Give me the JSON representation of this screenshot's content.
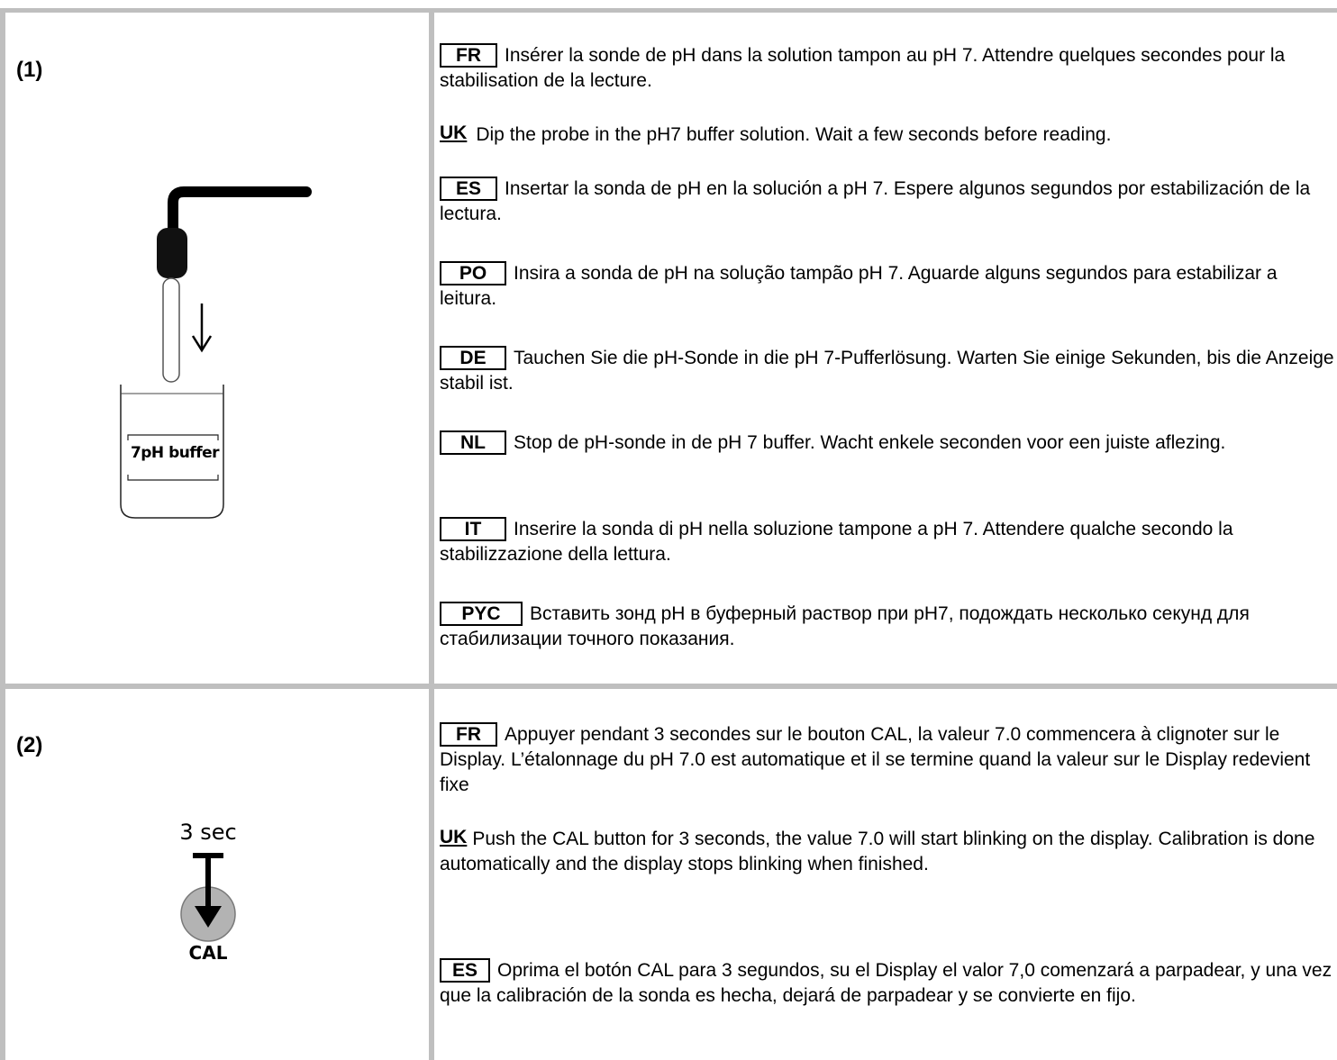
{
  "rows": [
    {
      "step": "(1)",
      "illustration": {
        "label": "7pH buffer",
        "icon": "ph-probe-in-buffer-icon"
      },
      "paragraphs": [
        {
          "lang": "FR",
          "text": "Insérer la sonde de pH dans la solution tampon au pH 7. Attendre quelques secondes pour la stabilisation de la lecture."
        },
        {
          "lang": "UK",
          "text": "Dip the probe in the pH7 buffer solution. Wait a few seconds before reading."
        },
        {
          "lang": "ES",
          "text": "Insertar la sonda de pH en la solución a pH 7.   Espere algunos segundos por estabilización de la lectura."
        },
        {
          "lang": "PO",
          "text": "Insira a sonda de pH na solução tampão pH 7. Aguarde alguns segundos para estabilizar a leitura."
        },
        {
          "lang": "DE",
          "text": "Tauchen Sie die pH-Sonde in die pH 7-Pufferlösung. Warten Sie einige Sekunden, bis die Anzeige stabil ist."
        },
        {
          "lang": "NL",
          "text": "Stop de pH-sonde in de pH 7 buffer. Wacht enkele seconden voor een juiste aflezing."
        },
        {
          "lang": "IT",
          "text": "Inserire la sonda di pH nella soluzione tampone a pH 7. Attendere qualche secondo la stabilizzazione della lettura."
        },
        {
          "lang": "PYC",
          "text": "Вставить зонд  pH в буферный раствор при pH7, подождать несколько секунд для стабилизации точного показания."
        }
      ]
    },
    {
      "step": "(2)",
      "illustration": {
        "duration_label": "3 sec",
        "button_label": "CAL",
        "icon": "cal-button-press-icon"
      },
      "paragraphs": [
        {
          "lang": "FR",
          "text": "Appuyer pendant 3 secondes sur le bouton CAL, la valeur 7.0 commencera à clignoter sur le Display. L’étalonnage du pH 7.0 est automatique et il se termine quand la valeur sur le Display redevient fixe"
        },
        {
          "lang": "UK",
          "text": "Push the CAL button for 3 seconds, the value 7.0 will start blinking on the display. Calibration is done automatically and the display stops blinking when finished."
        },
        {
          "lang": "ES",
          "text": "Oprima el botón CAL para 3 segundos, su el Display el valor 7,0 comenzará a parpadear, y una vez que la calibración de la sonda es hecha, dejará de parpadear y se convierte en fijo."
        }
      ]
    }
  ]
}
